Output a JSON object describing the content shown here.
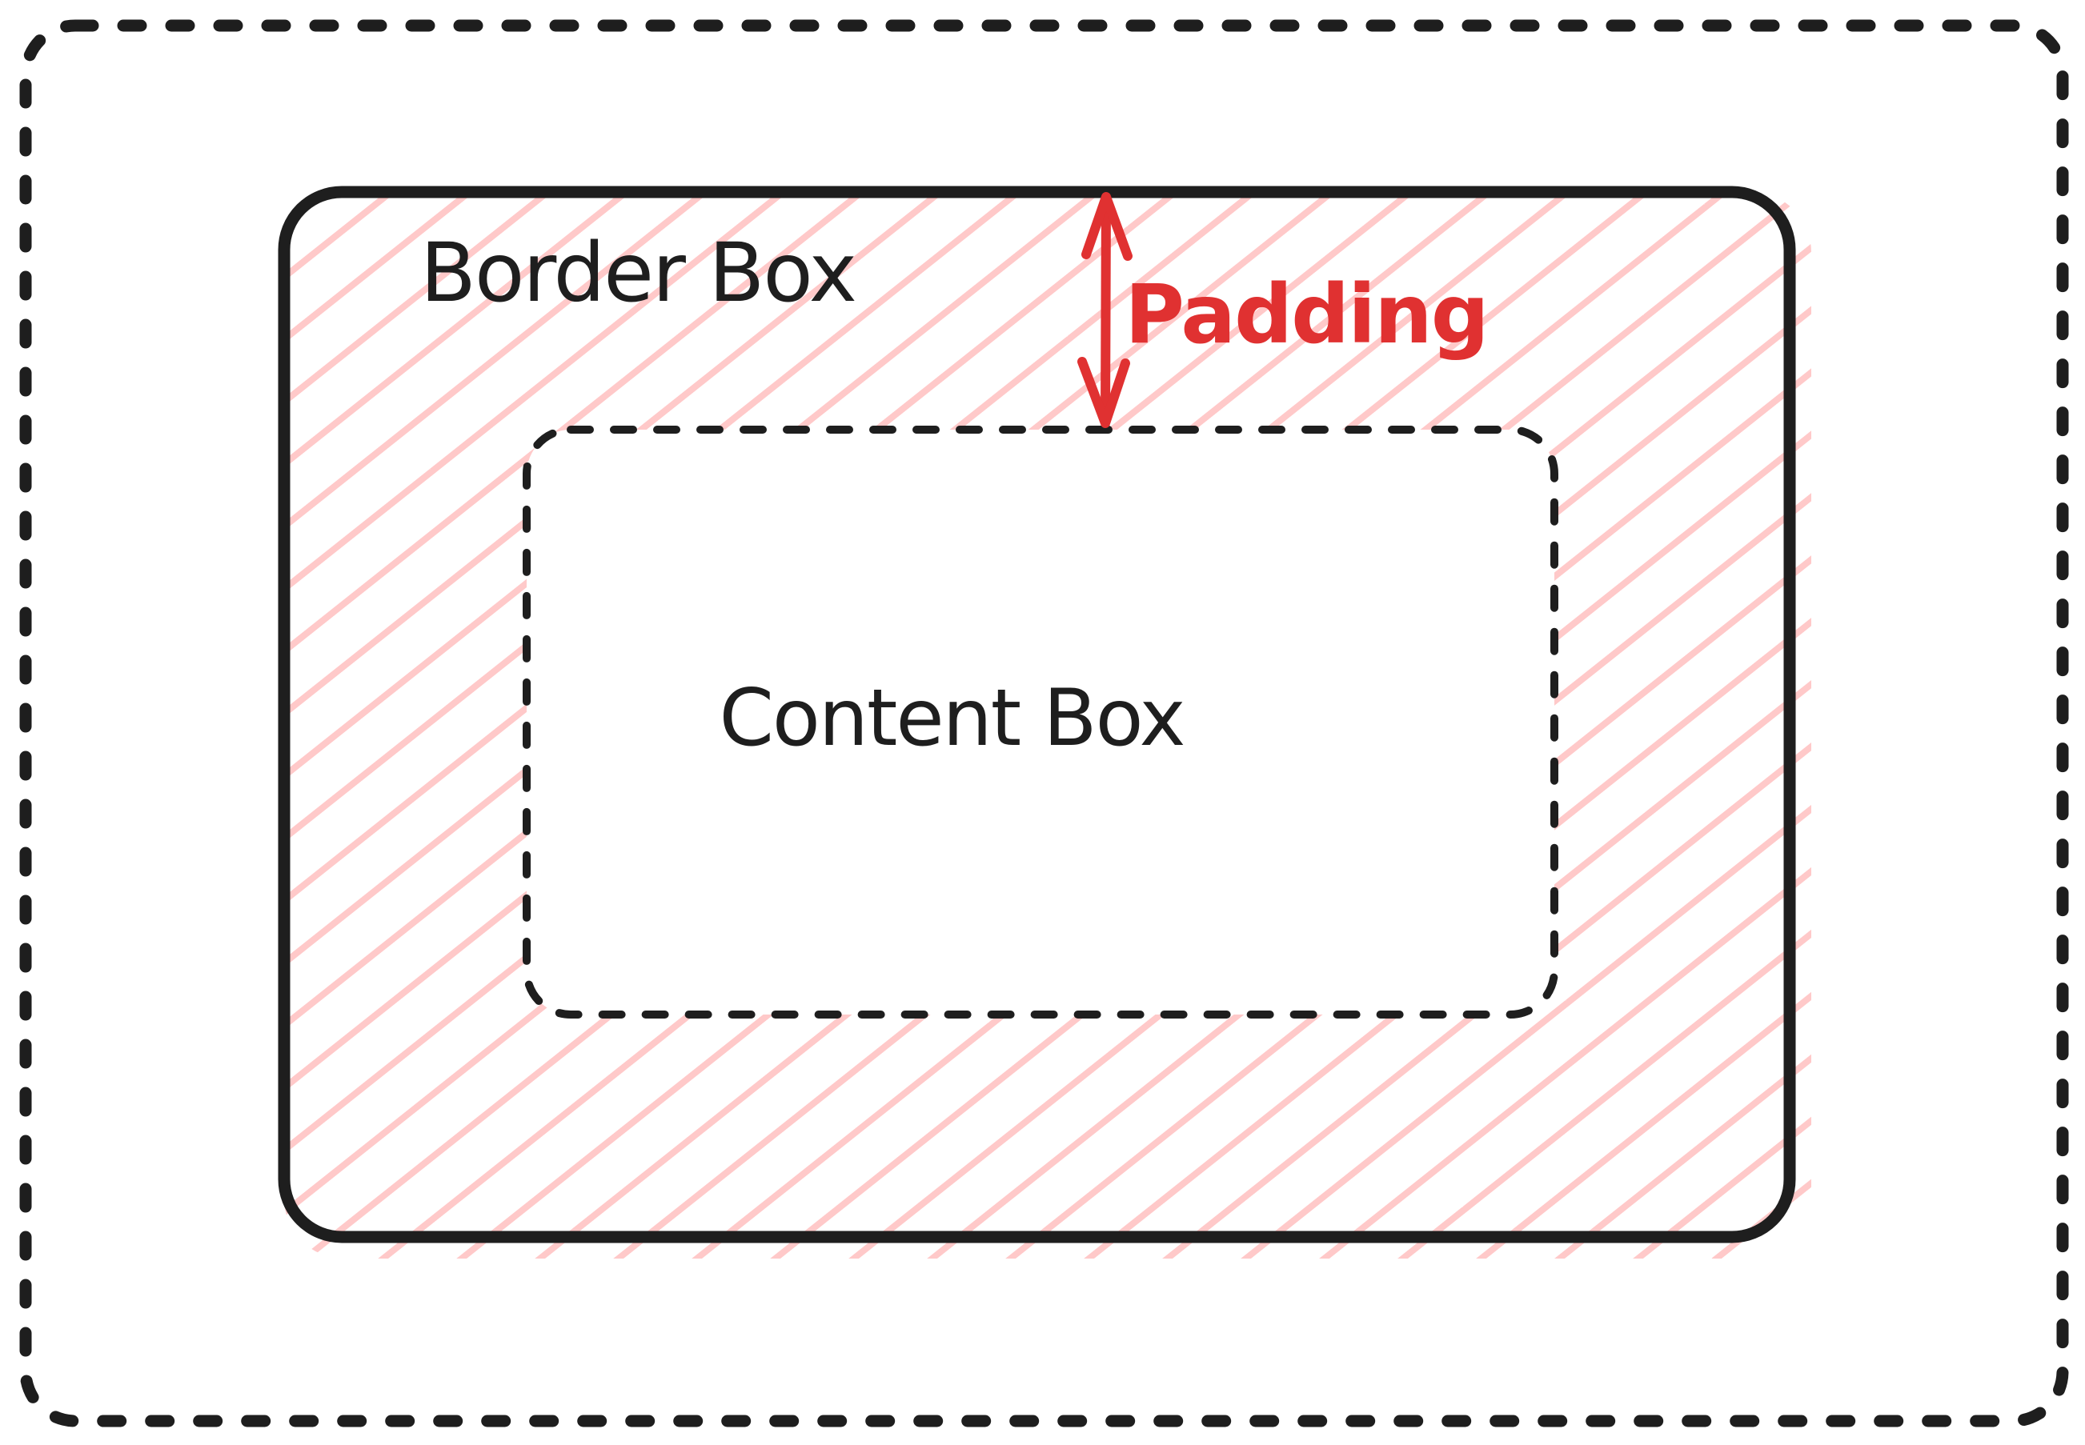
{
  "diagram": {
    "labels": {
      "border_box": "Border Box",
      "content_box": "Content Box",
      "padding": "Padding"
    },
    "colors": {
      "ink": "#1e1e1e",
      "accent_red": "#e03131",
      "hatch_pink": "#ffc9c9",
      "background": "#ffffff"
    }
  }
}
